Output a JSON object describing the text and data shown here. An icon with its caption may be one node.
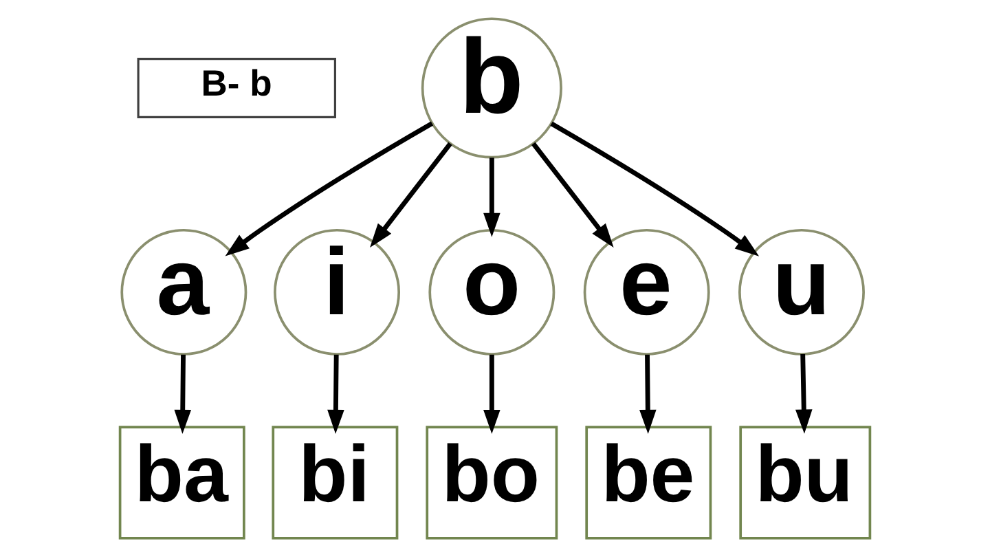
{
  "diagram": {
    "nodes": [
      {
        "text": [
          "B- b"
        ]
      },
      {
        "text": [
          "b"
        ]
      },
      {
        "text": [
          "a"
        ]
      },
      {
        "text": [
          "i"
        ]
      },
      {
        "text": [
          "o"
        ]
      },
      {
        "text": [
          "e"
        ]
      },
      {
        "text": [
          "u"
        ]
      },
      {
        "text": [
          "ba"
        ]
      },
      {
        "text": [
          "bi"
        ]
      },
      {
        "text": [
          "bo"
        ]
      },
      {
        "text": [
          "be"
        ]
      },
      {
        "text": [
          "bu"
        ]
      }
    ],
    "edges": [
      {
        "from": 1,
        "to": 2,
        "arrow": "to"
      },
      {
        "from": 1,
        "to": 3,
        "arrow": "to"
      },
      {
        "from": 1,
        "to": 4,
        "arrow": "to"
      },
      {
        "from": 1,
        "to": 5,
        "arrow": "to"
      },
      {
        "from": 1,
        "to": 6,
        "arrow": "to"
      },
      {
        "from": 2,
        "to": 7,
        "arrow": "to"
      },
      {
        "from": 3,
        "to": 8,
        "arrow": "to"
      },
      {
        "from": 4,
        "to": 9,
        "arrow": "to"
      },
      {
        "from": 5,
        "to": 10,
        "arrow": "to"
      },
      {
        "from": 6,
        "to": 11,
        "arrow": "to"
      }
    ]
  }
}
